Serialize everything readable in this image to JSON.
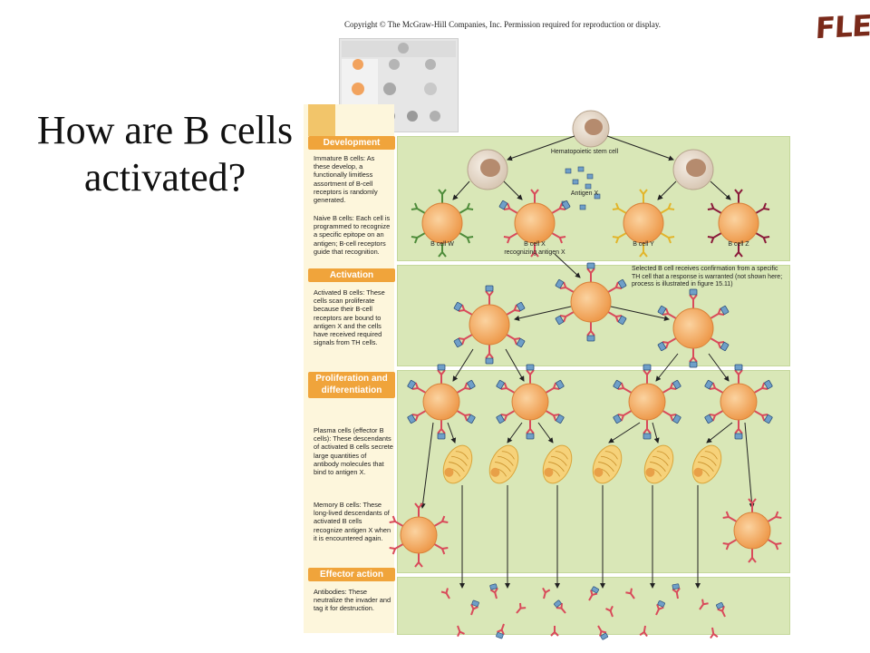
{
  "header": {
    "copyright": "Copyright © The McGraw-Hill Companies, Inc. Permission required for reproduction or display.",
    "logo": "FLEX"
  },
  "title_lines": [
    "How are B cells",
    "activated?"
  ],
  "stages": {
    "development": {
      "label": "Development",
      "desc1": "Immature B cells: As these develop, a functionally limitless assortment of B-cell receptors is randomly generated.",
      "desc2": "Naive B cells: Each cell is programmed to recognize a specific epitope on an antigen; B-cell receptors guide that recognition."
    },
    "activation": {
      "label": "Activation",
      "desc": "Activated B cells: These cells scan proliferate because their B-cell receptors are bound to antigen X and the cells have received required signals from TH cells."
    },
    "proliferation": {
      "label": "Proliferation and differentiation",
      "desc1": "Plasma cells (effector B cells): These descendants of activated B cells secrete large quantities of antibody molecules that bind to antigen X.",
      "desc2": "Memory B cells: These long-lived descendants of activated B cells recognize antigen X when it is encountered again."
    },
    "effector": {
      "label": "Effector action",
      "desc": "Antibodies: These neutralize the invader and tag it for destruction."
    }
  },
  "diagram": {
    "stem_cell": "Hematopoietic stem cell",
    "antigen": "Antigen X",
    "cell_w": "B cell W",
    "cell_x": "B cell X",
    "cell_x_sub": "recognizing antigen X",
    "cell_y": "B cell Y",
    "cell_z": "B cell Z",
    "activation_note": "Selected B cell receives confirmation from a specific TH cell that a response is warranted (not shown here; process is illustrated in figure 15.11)"
  },
  "colors": {
    "panel": "#d9e7b7",
    "stage_label": "#f0a43b",
    "sidebar": "#fdf6dc",
    "b_cell": "#f2a35e",
    "receptor_red": "#d94a5a",
    "antigen_blue": "#6f9fc8",
    "receptor_green": "#4e8c3a",
    "receptor_yellow": "#e2b52a",
    "receptor_maroon": "#8a1a3a",
    "plasma_cell": "#f6d27a"
  }
}
